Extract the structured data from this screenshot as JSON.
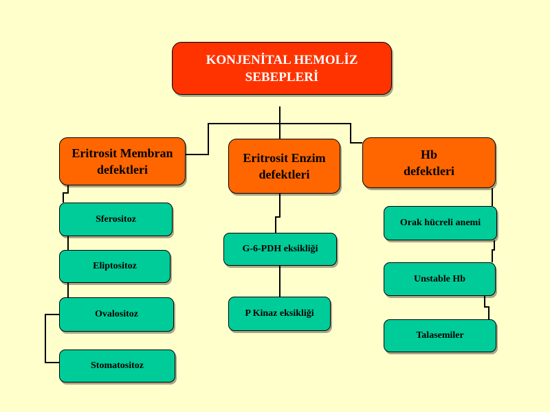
{
  "title": "KONJENİTAL HEMOLİZ\nSEBEPLERİ",
  "categories": {
    "membrane": "Eritrosit Membran\ndefektleri",
    "enzyme": "Eritrosit Enzim\ndefektleri",
    "hb": "Hb\ndefektleri"
  },
  "membrane_items": [
    "Sferositoz",
    "Eliptositoz",
    "Ovalositoz",
    "Stomatositoz"
  ],
  "enzyme_items": [
    "G-6-PDH eksikliği",
    "P  Kinaz eksikliği"
  ],
  "hb_items": [
    "Orak hücreli anemi",
    "Unstable Hb",
    "Talasemiler"
  ],
  "colors": {
    "background": "#ffffcc",
    "title_fill": "#ff3300",
    "category_fill": "#ff6600",
    "leaf_fill": "#00cc99",
    "connector": "#000000"
  }
}
